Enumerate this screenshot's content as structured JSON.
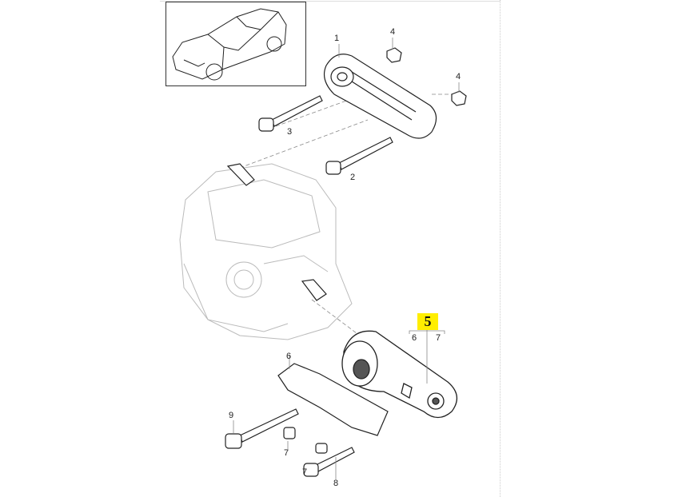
{
  "diagram": {
    "callouts": {
      "p1": "1",
      "p4a": "4",
      "p4b": "4",
      "p3": "3",
      "p2": "2",
      "p6a": "6",
      "p5": "5",
      "p5_sub6": "6",
      "p5_sub7": "7",
      "p9": "9",
      "p7a": "7",
      "p7b": "7",
      "p8": "8"
    },
    "highlight_color": "#ffee00"
  }
}
